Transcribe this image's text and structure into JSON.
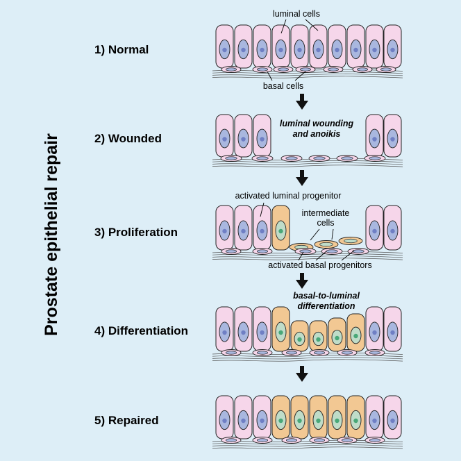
{
  "title": "Prostate epithelial repair",
  "steps": [
    {
      "label": "1) Normal"
    },
    {
      "label": "2) Wounded"
    },
    {
      "label": "3) Proliferation"
    },
    {
      "label": "4) Differentiation"
    },
    {
      "label": "5) Repaired"
    }
  ],
  "annotations": {
    "luminal_cells": "luminal cells",
    "basal_cells": "basal cells",
    "wounding_line1": "luminal wounding",
    "wounding_line2": "and anoikis",
    "activated_luminal": "activated luminal progenitor",
    "intermediate_line1": "intermediate",
    "intermediate_line2": "cells",
    "activated_basal": "activated basal progenitors",
    "differentiation_line1": "basal-to-luminal",
    "differentiation_line2": "differentiation"
  },
  "colors": {
    "background": "#ddeef7",
    "luminal_cell": "#f6d6ea",
    "progenitor_cell": "#f2c893",
    "nucleus_blue": "#a9b7df",
    "nucleolus_blue": "#6f7fc4",
    "nucleolus_green": "#49a878",
    "nucleus_green": "#bfdcc8",
    "outline": "#222222"
  }
}
